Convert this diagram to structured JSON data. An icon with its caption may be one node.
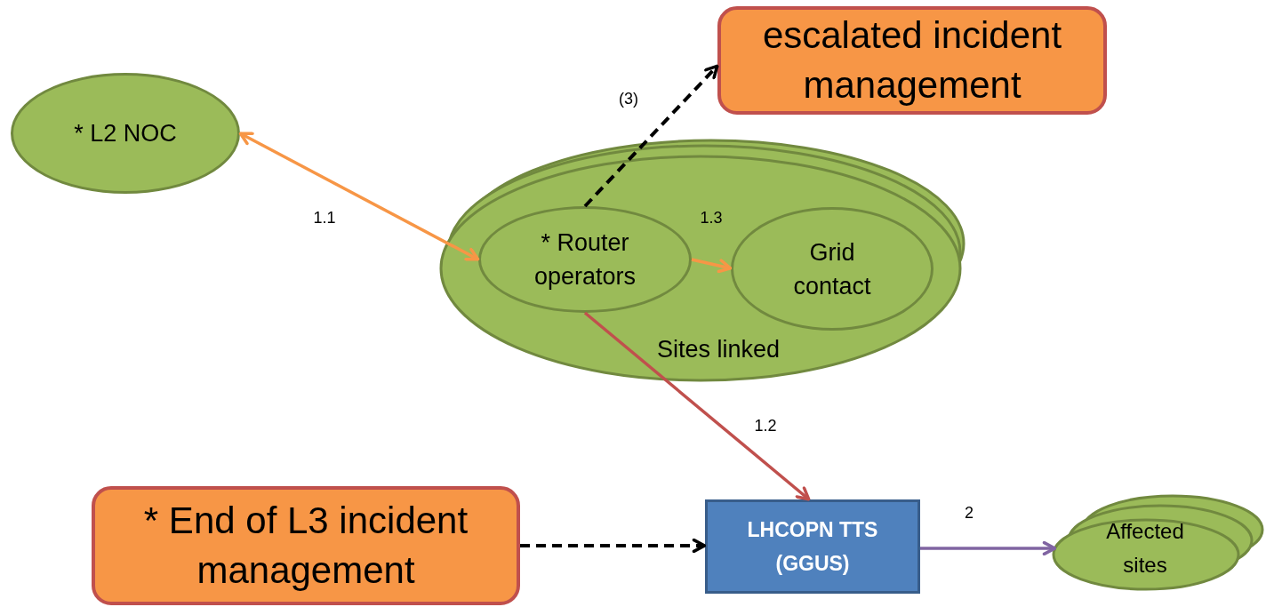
{
  "diagram": {
    "nodes": [
      {
        "text": [
          "* L2 NOC"
        ]
      },
      {
        "text": [
          "escalated incident management"
        ]
      },
      {
        "text": [
          "Sites linked"
        ]
      },
      {
        "text": [
          "* Router operators"
        ],
        "in": 2
      },
      {
        "text": [
          "Grid contact"
        ],
        "in": 2
      },
      {
        "text": [
          "* End of L3 incident management"
        ]
      },
      {
        "text": [
          "LHCOPN TTS (GGUS)"
        ]
      },
      {
        "text": [
          "Affected sites"
        ]
      }
    ],
    "edges": [
      {
        "from": 0,
        "to": 3,
        "arrow": "both",
        "label": "1.1",
        "color": "#f79646"
      },
      {
        "from": 3,
        "to": 1,
        "arrow": "to",
        "label": "(3)",
        "style": "dashed",
        "color": "#000000"
      },
      {
        "from": 3,
        "to": 6,
        "arrow": "to",
        "label": "1.2",
        "color": "#c0504d"
      },
      {
        "from": 3,
        "to": 4,
        "arrow": "to",
        "label": "1.3",
        "color": "#f79646"
      },
      {
        "from": 5,
        "to": 6,
        "arrow": "to",
        "style": "dashed",
        "color": "#000000"
      },
      {
        "from": 6,
        "to": 7,
        "arrow": "to",
        "label": "2",
        "color": "#8064a2"
      }
    ]
  }
}
